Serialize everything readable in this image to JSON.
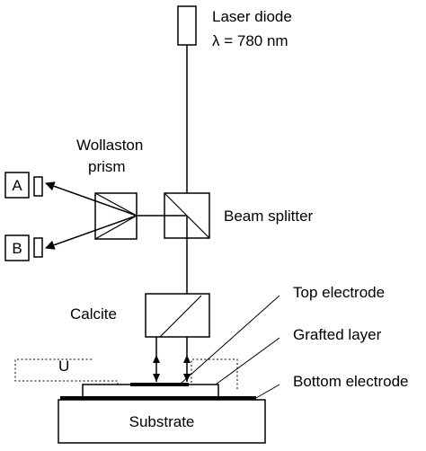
{
  "labels": {
    "laser_diode": "Laser diode",
    "wavelength": "λ = 780 nm",
    "wollaston_line1": "Wollaston",
    "wollaston_line2": "prism",
    "beam_splitter": "Beam splitter",
    "calcite": "Calcite",
    "top_electrode": "Top electrode",
    "grafted_layer": "Grafted layer",
    "bottom_electrode": "Bottom electrode",
    "voltage": "U",
    "substrate": "Substrate",
    "detector_a": "A",
    "detector_b": "B"
  }
}
